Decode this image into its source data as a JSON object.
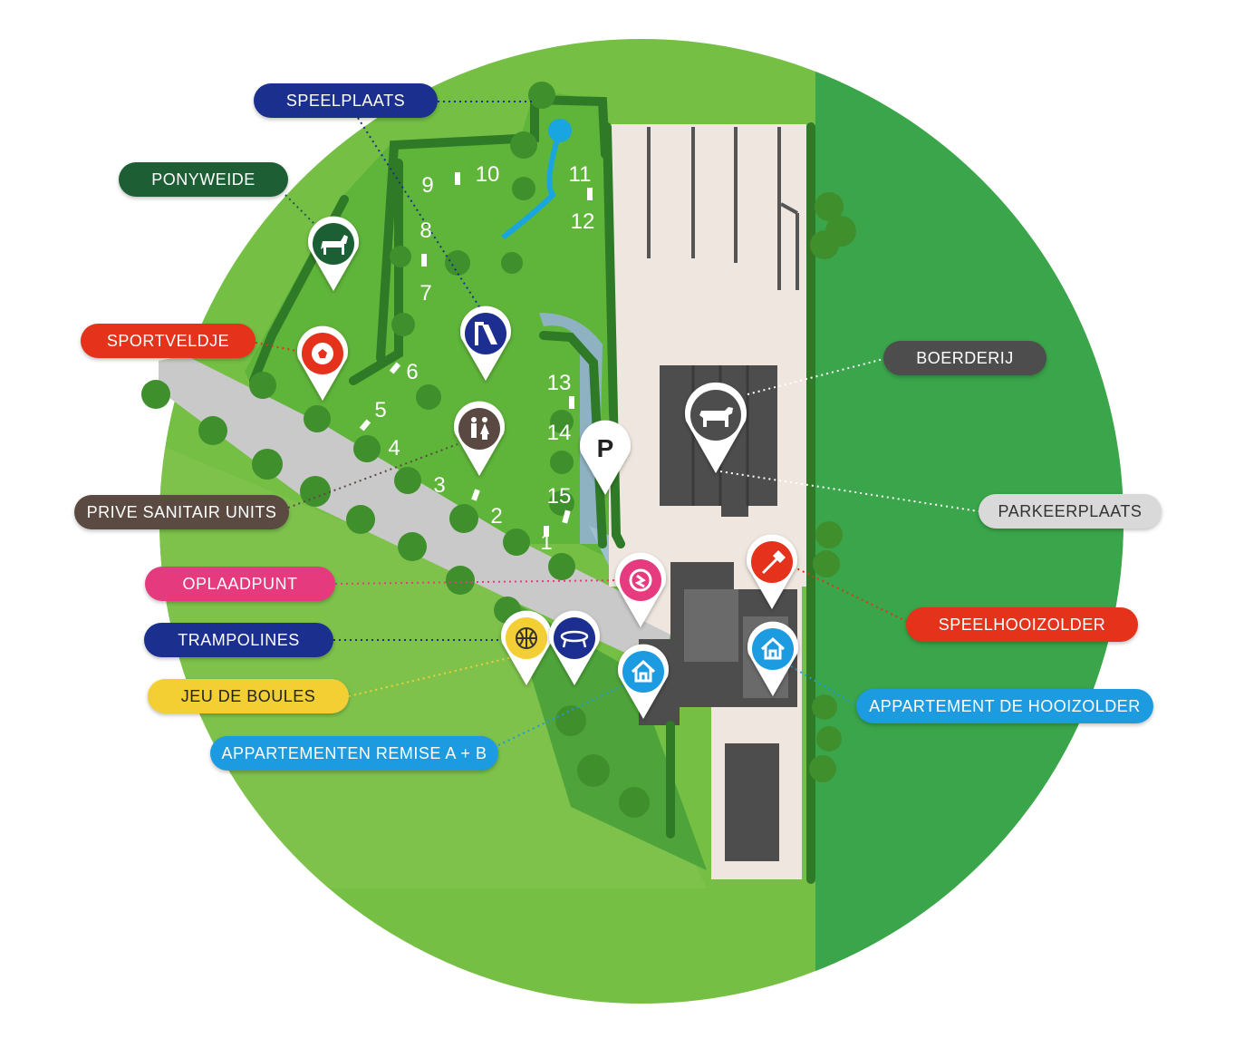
{
  "colors": {
    "field_light": "#74bf44",
    "field_dark": "#3aa54a",
    "grass_mid": "#5fb43a",
    "road": "#c9c9c9",
    "yard": "#efe7df",
    "building": "#4d4d4d",
    "water": "#18a5e0",
    "tree": "#3f8f2d"
  },
  "labels": {
    "speelplaats": {
      "text": "SPEELPLAATS",
      "color": "#1b2f8f"
    },
    "ponyweide": {
      "text": "PONYWEIDE",
      "color": "#1e5e35"
    },
    "sportveldje": {
      "text": "SPORTVELDJE",
      "color": "#e4321b"
    },
    "prive_sanitair": {
      "text": "PRIVE SANITAIR UNITS",
      "color": "#5a4a42"
    },
    "oplaadpunt": {
      "text": "OPLAADPUNT",
      "color": "#e63a7e"
    },
    "trampolines": {
      "text": "TRAMPOLINES",
      "color": "#1b2f8f"
    },
    "jeu_de_boules": {
      "text": "JEU DE BOULES",
      "color": "#f3cf34",
      "text_color": "#222222"
    },
    "appartementen_remise": {
      "text": "APPARTEMENTEN REMISE A + B",
      "color": "#1d9be0"
    },
    "boerderij": {
      "text": "BOERDERIJ",
      "color": "#4d4d4d"
    },
    "parkeerplaats": {
      "text": "PARKEERPLAATS",
      "color": "#d9d9d9",
      "text_color": "#333333"
    },
    "speelhooizolder": {
      "text": "SPEELHOOIZOLDER",
      "color": "#e4321b"
    },
    "appartement_hooizolder": {
      "text": "APPARTEMENT DE HOOIZOLDER",
      "color": "#1d9be0"
    }
  },
  "markers": {
    "pony": {
      "icon": "pony-icon",
      "color": "#1e5e35"
    },
    "sport": {
      "icon": "football-icon",
      "color": "#e4321b"
    },
    "playground": {
      "icon": "slide-icon",
      "color": "#1b2f8f"
    },
    "sanitary": {
      "icon": "toilet-icon",
      "color": "#5a4a42"
    },
    "parking": {
      "icon": "parking-icon",
      "color": "#ffffff",
      "letter": "P"
    },
    "farm": {
      "icon": "cow-icon",
      "color": "#4d4d4d"
    },
    "charging": {
      "icon": "charging-icon",
      "color": "#e63a7e"
    },
    "hayloft_play": {
      "icon": "fork-icon",
      "color": "#e4321b"
    },
    "boules": {
      "icon": "boules-icon",
      "color": "#f3cf34"
    },
    "trampoline": {
      "icon": "trampoline-icon",
      "color": "#1b2f8f"
    },
    "remise": {
      "icon": "house-icon",
      "color": "#1d9be0"
    },
    "hooizolder": {
      "icon": "house-icon",
      "color": "#1d9be0"
    }
  },
  "pitches": [
    "1",
    "2",
    "3",
    "4",
    "5",
    "6",
    "7",
    "8",
    "9",
    "10",
    "11",
    "12",
    "13",
    "14",
    "15"
  ]
}
